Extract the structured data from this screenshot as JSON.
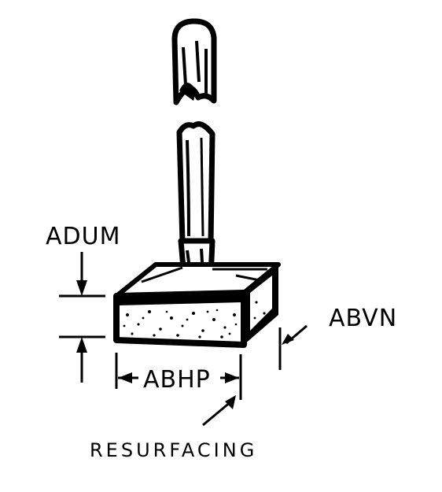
{
  "labels": {
    "adum": "ADUM",
    "abvn": "ABVN",
    "abhp": "ABHP",
    "resurfacing": "RESURFACING"
  },
  "colors": {
    "ink": "#000000",
    "paper": "#ffffff"
  }
}
